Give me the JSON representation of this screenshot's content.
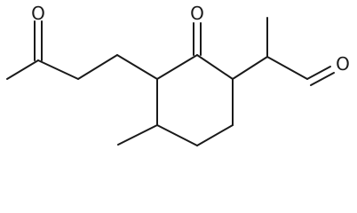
{
  "molecule": {
    "atoms": [
      {
        "id": "o_ketone_chain",
        "element": "O",
        "label": "O"
      },
      {
        "id": "o_ring_ketone",
        "element": "O",
        "label": "O"
      },
      {
        "id": "o_aldehyde",
        "element": "O",
        "label": "O"
      }
    ],
    "colors": {
      "bond": "#1a1a1a",
      "label": "#1a1a1a",
      "background": "#ffffff"
    }
  }
}
